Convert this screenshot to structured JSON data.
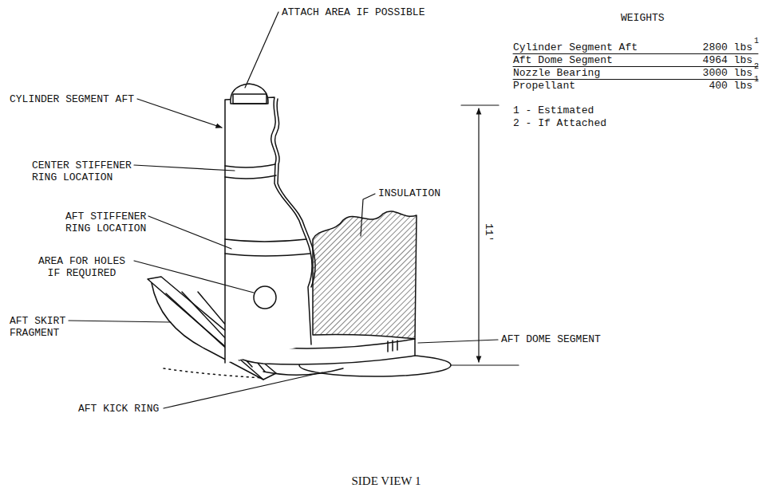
{
  "diagram": {
    "caption": "SIDE VIEW 1",
    "labels": [
      "ATTACH AREA IF POSSIBLE",
      "CYLINDER SEGMENT AFT",
      "CENTER STIFFENER RING LOCATION",
      "AFT STIFFENER RING LOCATION",
      "AREA FOR HOLES IF REQUIRED",
      "AFT SKIRT FRAGMENT",
      "AFT KICK RING",
      "INSULATION",
      "AFT DOME SEGMENT",
      "11'",
      "WEIGHTS",
      "Cylinder Segment Aft",
      "2800 lbs",
      "1",
      "Aft Dome Segment",
      "4964 lbs",
      "Nozzle Bearing",
      "3000 lbs",
      "2",
      "Propellant",
      "400 lbs",
      "1",
      "1 - Estimated",
      "2 - If Attached"
    ]
  }
}
